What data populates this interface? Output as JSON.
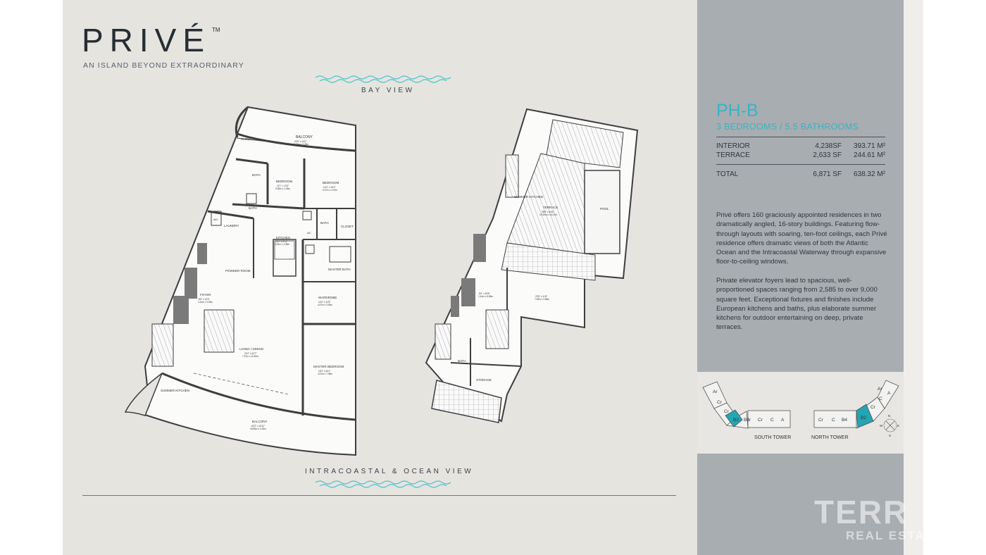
{
  "brand": {
    "name": "PRIVÉ",
    "tm": "TM",
    "tagline": "AN ISLAND BEYOND EXTRAORDINARY"
  },
  "views": {
    "top": "BAY VIEW",
    "bottom": "INTRACOASTAL & OCEAN VIEW"
  },
  "plan_rooms": {
    "closet1": "CLOSET",
    "balcony_top": "BALCONY",
    "balcony_top_dim": "20'5\" x 10'0\"",
    "balcony_top_dim_m": "6.22m x 3.05m",
    "bath1": "BATH",
    "bedroom1": "BEDROOM",
    "bedroom1_dim": "11'1\" x 13'4\"",
    "bedroom1_dim_m": "3.38m x 4.06m",
    "bedroom2": "BEDROOM",
    "bedroom2_dim": "14'4\" x 15'0\"",
    "bedroom2_dim_m": "4.37m x 4.57m",
    "bath2": "BATH",
    "wic": "W/C",
    "laundry": "LAUNDRY",
    "bath3": "BATH",
    "closet2": "CLOSET",
    "kitchen": "KITCHEN",
    "kitchen_dim": "16'1\" x 9'11\"",
    "kitchen_dim_m": "3.90m x 3.38m",
    "ac": "A/C",
    "powder_room": "POWDER ROOM",
    "master_bath": "MASTER BATH",
    "wardrobe": "WARDROBE",
    "wardrobe_dim": "14'0\" x 12'6\"",
    "wardrobe_dim_m": "4.47m x 3.94m",
    "foyer": "FOYER",
    "foyer_dim": "8'0\" x 10'0\"",
    "foyer_dim_m": "2.44m x 3.05m",
    "living_dining": "LIVING / DINING",
    "living_dining_dim": "24'2\" x 34'7\"",
    "living_dining_dim_m": "7.37m x 10.54m",
    "master_bedroom": "MASTER BEDROOM",
    "master_bedroom_dim": "15'2\" x 26'1\"",
    "master_bedroom_dim_m": "4.57m x 7.95m",
    "summer_kitchen1": "SUMMER KITCHEN",
    "balcony_bottom": "BALCONY",
    "balcony_bottom_dim": "62'3\" x 10'11\"",
    "balcony_bottom_dim_m": "18.98m x 3.33m",
    "summer_kitchen2": "SUMMER KITCHEN",
    "terrace": "TERRACE",
    "terrace_dim": "35'5\" x 44'6\"",
    "terrace_dim_m": "10.49m x 14.21m",
    "pool": "POOL",
    "room_a_dim": "8'0\" x 29'8\"",
    "room_a_dim_m": "2.44m x 8.89m",
    "room_b_dim": "23'5\" x 11'8\"",
    "room_b_dim_m": "7.09m x 3.56m",
    "bath4": "BATH",
    "storage": "STORAGE"
  },
  "unit": {
    "title": "PH-B",
    "subtitle": "3 BEDROOMS / 5.5 BATHROOMS",
    "areas": [
      {
        "label": "INTERIOR",
        "sf": "4,238SF",
        "m2": "393.71 M²"
      },
      {
        "label": "TERRACE",
        "sf": "2,633 SF",
        "m2": "244.61 M²"
      }
    ],
    "total": {
      "label": "TOTAL",
      "sf": "6,871 SF",
      "m2": "638.32 M²"
    },
    "para1": "Privé offers 160 graciously appointed residences in two dramatically angled, 16-story buildings. Featuring flow-through layouts with soaring, ten-foot ceilings, each Privé residence offers dramatic views of both the Atlantic Ocean and the Intracoastal Waterway through expansive floor-to-ceiling windows.",
    "para2": "Private elevator foyers lead to spacious, well-proportioned spaces ranging from 2,585 to over 9,000 square feet. Exceptional fixtures and finishes include European kitchens and baths, plus elaborate summer kitchens for outdoor entertaining on deep, private terraces."
  },
  "keyplan": {
    "south_label": "SOUTH TOWER",
    "north_label": "NORTH TOWER",
    "south_units": [
      "Ar",
      "Cr",
      "Cr",
      "B2",
      "B4r",
      "Cr",
      "C",
      "A"
    ],
    "north_units": [
      "Ar",
      "Cr",
      "C",
      "B4",
      "B2",
      "Cr",
      "C",
      "A"
    ],
    "compass": [
      "N",
      "E",
      "S",
      "W"
    ]
  },
  "watermark": {
    "line1": "TERR",
    "line2": "REAL ESTA"
  },
  "colors": {
    "accent": "#37b5c2",
    "panel": "#a8adb2",
    "sheet": "#e6e4df",
    "highlight": "#22a6b3"
  }
}
